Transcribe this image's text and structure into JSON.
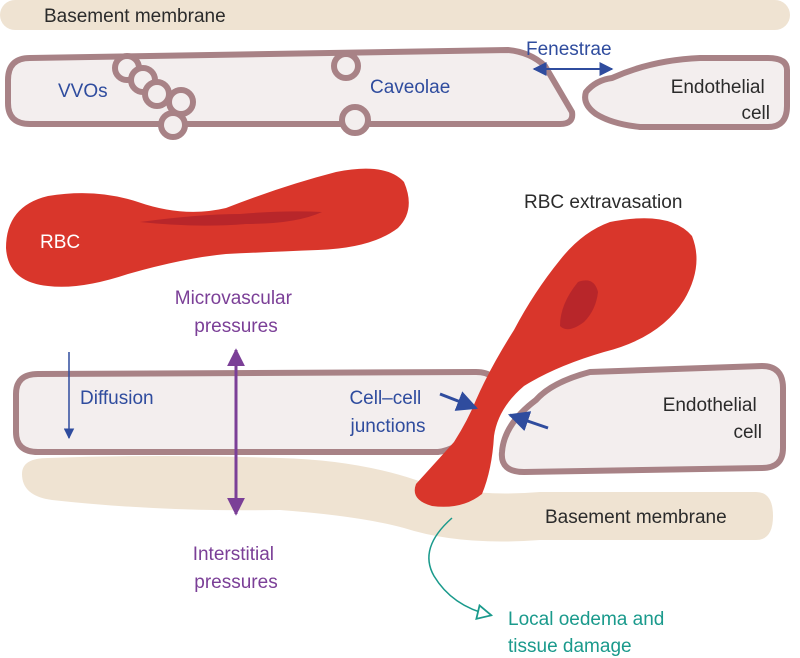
{
  "colors": {
    "membrane": "#efe3d2",
    "cell_fill": "#f3eeee",
    "cell_stroke": "#a88286",
    "rbc": "#d9362b",
    "rbc_shade": "#b8262a",
    "label_dark": "#2b2b2b",
    "label_blue": "#2f4c9e",
    "label_purple": "#7b3f97",
    "label_teal": "#1a9a8c"
  },
  "labels": {
    "basement_membrane_top": "Basement membrane",
    "basement_membrane_bottom": "Basement membrane",
    "fenestrae": "Fenestrae",
    "vvos": "VVOs",
    "caveolae": "Caveolae",
    "endothelial_cell_top": [
      "Endothelial",
      "cell"
    ],
    "endothelial_cell_bottom": [
      "Endothelial",
      "cell"
    ],
    "rbc": "RBC",
    "rbc_extravasation": "RBC extravasation",
    "microvascular_pressures": [
      "Microvascular",
      "pressures"
    ],
    "diffusion": "Diffusion",
    "cell_cell_junctions": [
      "Cell–cell",
      "junctions"
    ],
    "interstitial_pressures": [
      "Interstitial",
      "pressures"
    ],
    "local_oedema": [
      "Local oedema and",
      "tissue damage"
    ]
  }
}
